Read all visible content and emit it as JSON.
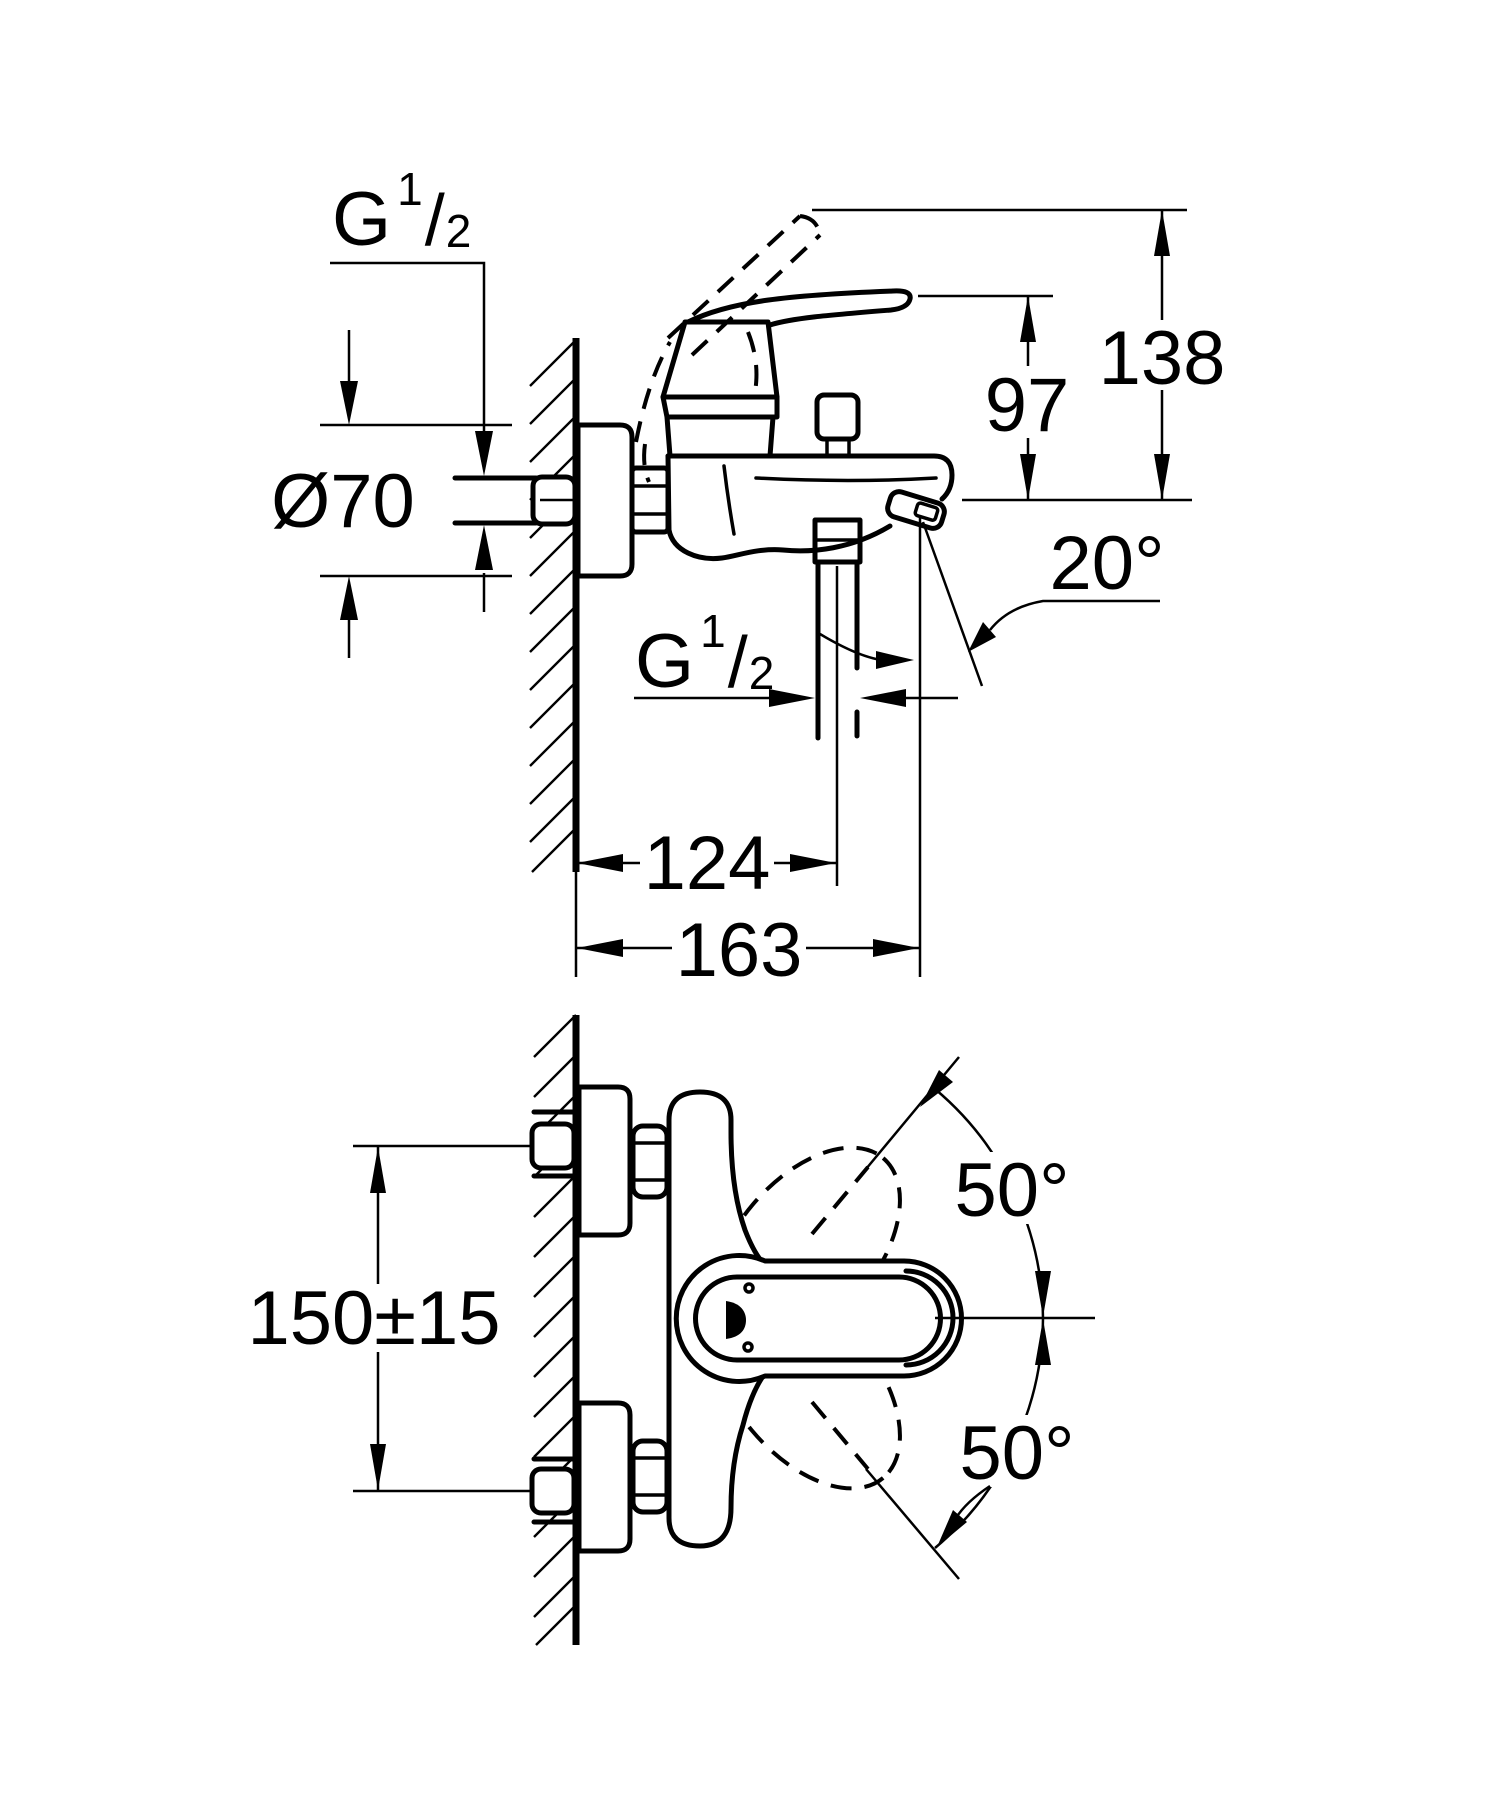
{
  "drawing": {
    "ink": "#000000",
    "background": "#ffffff",
    "views": {
      "top": "side elevation",
      "bottom": "plan view"
    }
  },
  "labels": {
    "thread_top": {
      "prefix": "G",
      "numerator": "1",
      "slash": "/",
      "denominator": "2"
    },
    "flange_diameter": "Ø70",
    "height_raised_lever": "138",
    "height_lever": "97",
    "spout_angle": "20°",
    "thread_bottom": {
      "prefix": "G",
      "numerator": "1",
      "slash": "/",
      "denominator": "2"
    },
    "wall_to_outlet_center": "124",
    "wall_to_spout_tip": "163",
    "connection_distance": "150±15",
    "swivel_angle_up": "50°",
    "swivel_angle_down": "50°"
  }
}
